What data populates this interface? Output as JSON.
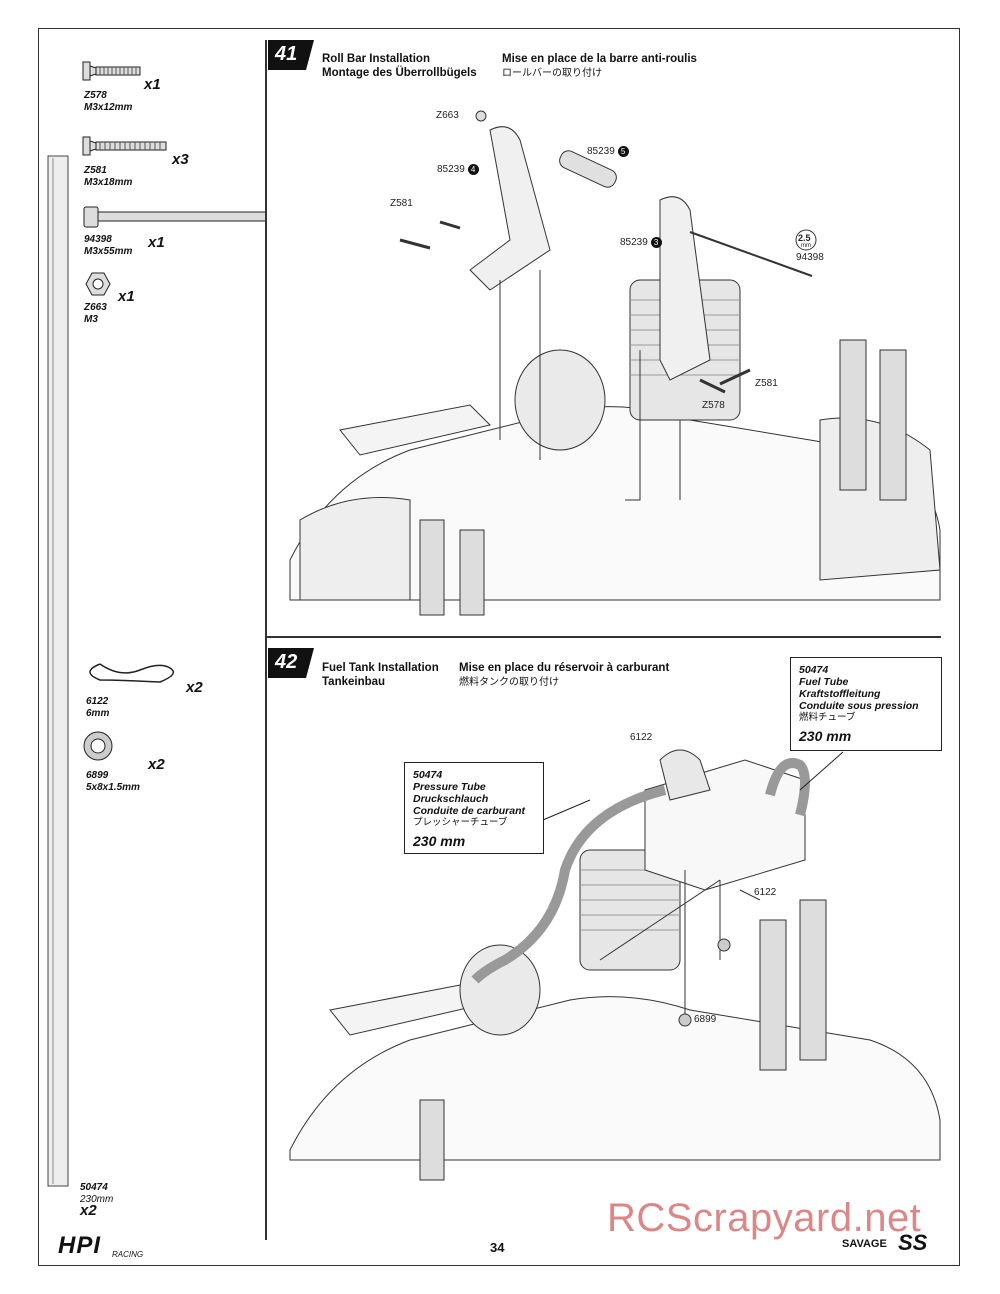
{
  "page_number": "34",
  "watermark": "RCScrapyard.net",
  "brand": {
    "hpi": "HPI",
    "hpi_sub": "RACING",
    "savage": "SAVAGE",
    "model": "SS"
  },
  "parts": {
    "z578": {
      "code": "Z578",
      "size": "M3x12mm",
      "qty": "x1"
    },
    "z581": {
      "code": "Z581",
      "size": "M3x18mm",
      "qty": "x3"
    },
    "p94398": {
      "code": "94398",
      "size": "M3x55mm",
      "qty": "x1"
    },
    "z663": {
      "code": "Z663",
      "size": "M3",
      "qty": "x1"
    },
    "p6122": {
      "code": "6122",
      "size": "6mm",
      "qty": "x2"
    },
    "p6899": {
      "code": "6899",
      "size": "5x8x1.5mm",
      "qty": "x2"
    },
    "p50474": {
      "code": "50474",
      "size": "230mm",
      "qty": "x2"
    }
  },
  "step41": {
    "number": "41",
    "title_en": "Roll Bar Installation",
    "title_de": "Montage des Überrollbügels",
    "title_fr": "Mise en place de la barre anti-roulis",
    "title_jp": "ロールバーの取り付け",
    "labels": {
      "z663": "Z663",
      "p85239_5": "85239",
      "p85239_4": "85239",
      "z581a": "Z581",
      "p85239_3": "85239",
      "p94398": "94398",
      "hex": "2.5",
      "hex_unit": "mm",
      "z581b": "Z581",
      "z578": "Z578",
      "n5": "5",
      "n4": "4",
      "n3": "3"
    }
  },
  "step42": {
    "number": "42",
    "title_en": "Fuel Tank Installation",
    "title_de": "Tankeinbau",
    "title_fr": "Mise en place du réservoir à carburant",
    "title_jp": "燃料タンクの取り付け",
    "fuel_tube": {
      "code": "50474",
      "en": "Fuel Tube",
      "de": "Kraftstoffleitung",
      "fr": "Conduite sous pression",
      "jp": "燃料チューブ",
      "length": "230 mm"
    },
    "pressure_tube": {
      "code": "50474",
      "en": "Pressure Tube",
      "de": "Druckschlauch",
      "fr": "Conduite de carburant",
      "jp": "プレッシャーチューブ",
      "length": "230 mm"
    },
    "labels": {
      "p6122a": "6122",
      "p6122b": "6122",
      "p6899": "6899"
    }
  }
}
